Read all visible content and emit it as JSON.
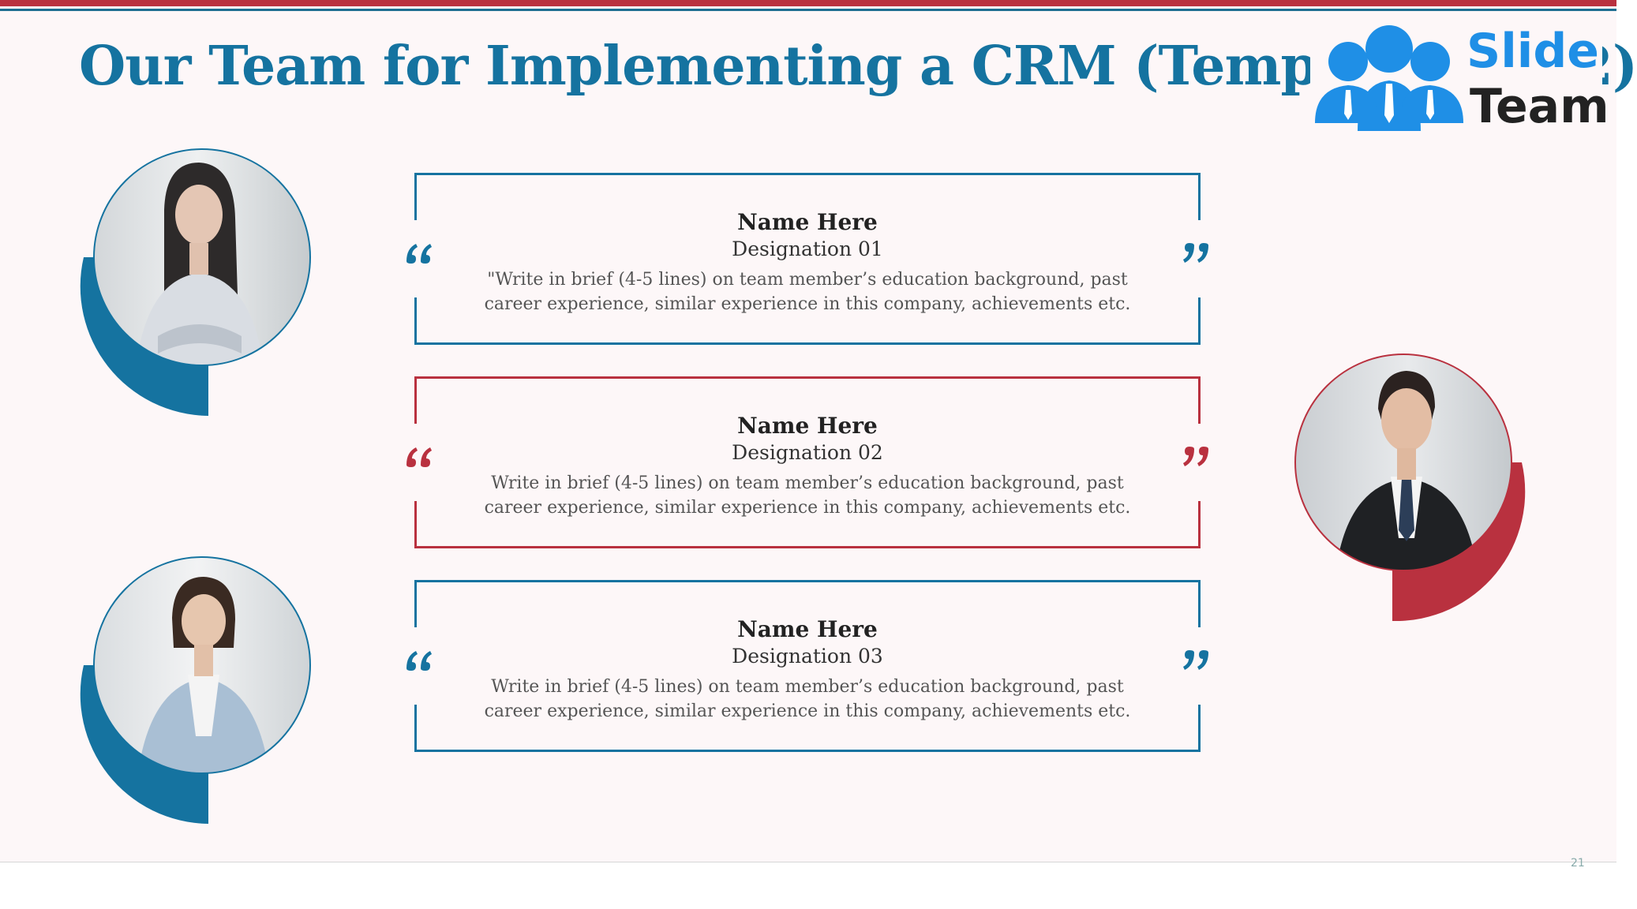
{
  "slide": {
    "title": "Our Team for Implementing a CRM (Template 2 of 2)",
    "page_number": "21"
  },
  "logo": {
    "word1": "Slide",
    "word2": "Team",
    "colors": {
      "blue": "#1f8fe6",
      "dark": "#222222"
    }
  },
  "colors": {
    "blue": "#1573a0",
    "red": "#b9313f"
  },
  "members": [
    {
      "name": "Name Here",
      "designation": "Designation 01",
      "description": "\"Write in brief (4-5 lines) on team member’s education background, past career experience, similar experience in this company, achievements etc.",
      "accent": "blue",
      "photo": "woman-portrait"
    },
    {
      "name": "Name Here",
      "designation": "Designation 02",
      "description": "Write in brief (4-5 lines) on team member’s education background, past career experience, similar experience in this company, achievements etc.",
      "accent": "red",
      "photo": "man-portrait"
    },
    {
      "name": "Name Here",
      "designation": "Designation 03",
      "description": "Write in brief (4-5 lines) on team member’s education background, past career experience, similar experience in this company, achievements etc.",
      "accent": "blue",
      "photo": "woman-portrait"
    }
  ]
}
